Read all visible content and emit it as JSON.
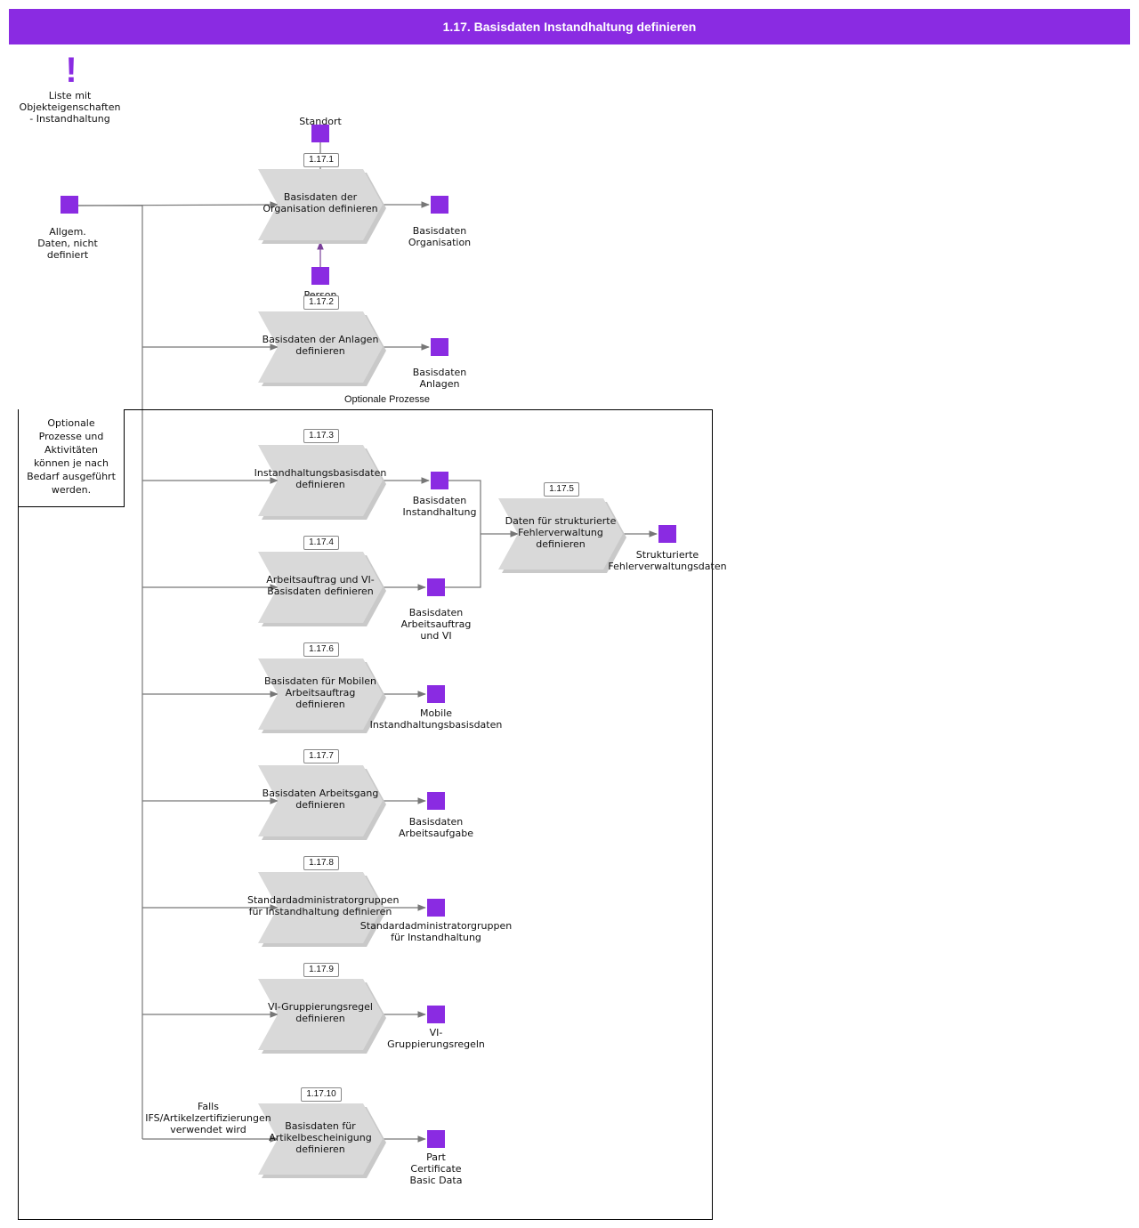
{
  "title": "1.17. Basisdaten Instandhaltung definieren",
  "colors": {
    "accent": "#8a2be2",
    "process_fill": "#d9d9d9",
    "line": "#777777"
  },
  "warning": {
    "icon": "exclamation-icon",
    "label": "Liste mit\nObjekteigenschaften\n- Instandhaltung"
  },
  "start": {
    "label": "Allgem.\nDaten, nicht\ndefiniert"
  },
  "optional_group": {
    "title": "Optionale Prozesse",
    "note": "Optionale\nProzesse und\nAktivitäten\nkönnen je nach\nBedarf ausgeführt\nwerden."
  },
  "condition_label": "Falls\nIFS/Artikelzertifizierungen\nverwendet wird",
  "inputs": [
    {
      "label": "Standort"
    },
    {
      "label": "Person"
    }
  ],
  "processes": [
    {
      "id": "1.17.1",
      "label": "Basisdaten der\nOrganisation definieren",
      "output": "Basisdaten\nOrganisation"
    },
    {
      "id": "1.17.2",
      "label": "Basisdaten der Anlagen\ndefinieren",
      "output": "Basisdaten\nAnlagen"
    },
    {
      "id": "1.17.3",
      "label": "Instandhaltungsbasisdaten\ndefinieren",
      "output": "Basisdaten\nInstandhaltung"
    },
    {
      "id": "1.17.4",
      "label": "Arbeitsauftrag und VI-\nBasisdaten definieren",
      "output": "Basisdaten\nArbeitsauftrag\nund VI"
    },
    {
      "id": "1.17.5",
      "label": "Daten für strukturierte\nFehlerverwaltung\ndefinieren",
      "output": "Strukturierte\nFehlerverwaltungsdaten"
    },
    {
      "id": "1.17.6",
      "label": "Basisdaten für Mobilen\nArbeitsauftrag\ndefinieren",
      "output": "Mobile\nInstandhaltungsbasisdaten"
    },
    {
      "id": "1.17.7",
      "label": "Basisdaten Arbeitsgang\ndefinieren",
      "output": "Basisdaten\nArbeitsaufgabe"
    },
    {
      "id": "1.17.8",
      "label": "Standardadministratorgruppen\nfür Instandhaltung definieren",
      "output": "Standardadministratorgruppen\nfür Instandhaltung"
    },
    {
      "id": "1.17.9",
      "label": "VI-Gruppierungsregel\ndefinieren",
      "output": "VI-\nGruppierungsregeln"
    },
    {
      "id": "1.17.10",
      "label": "Basisdaten für\nArtikelbescheinigung\ndefinieren",
      "output": "Part\nCertificate\nBasic Data"
    }
  ]
}
